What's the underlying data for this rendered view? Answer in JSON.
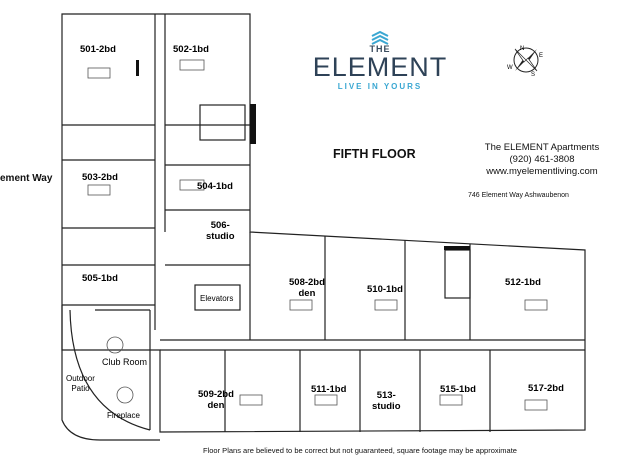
{
  "brand": {
    "the": "THE",
    "name": "ELEMENT",
    "tagline": "LIVE IN YOURS",
    "colors": {
      "dark": "#2e4257",
      "accent": "#3aa7d2"
    }
  },
  "floor_title": "FIFTH FLOOR",
  "contact": {
    "company": "The ELEMENT Apartments",
    "phone": "(920) 461-3808",
    "website": "www.myelementliving.com",
    "address": "746 Element Way Ashwaubenon"
  },
  "street_label": "ement Way",
  "units": {
    "u501": "501-2bd",
    "u502": "502-1bd",
    "u503": "503-2bd",
    "u504": "504-1bd",
    "u505": "505-1bd",
    "u506a": "506-",
    "u506b": "studio",
    "u508a": "508-2bd",
    "u508b": "den",
    "u509a": "509-2bd",
    "u509b": "den",
    "u510": "510-1bd",
    "u511": "511-1bd",
    "u512": "512-1bd",
    "u513a": "513-",
    "u513b": "studio",
    "u515": "515-1bd",
    "u517": "517-2bd"
  },
  "areas": {
    "elevators": "Elevators",
    "club_room": "Club Room",
    "outdoor_a": "Outdoor",
    "outdoor_b": "Patio",
    "fireplace": "Fireplace"
  },
  "compass_letters": {
    "n": "N",
    "s": "S",
    "e": "E",
    "w": "W"
  },
  "disclaimer": "Floor Plans are believed to be correct but not guaranteed, square footage may be approximate"
}
